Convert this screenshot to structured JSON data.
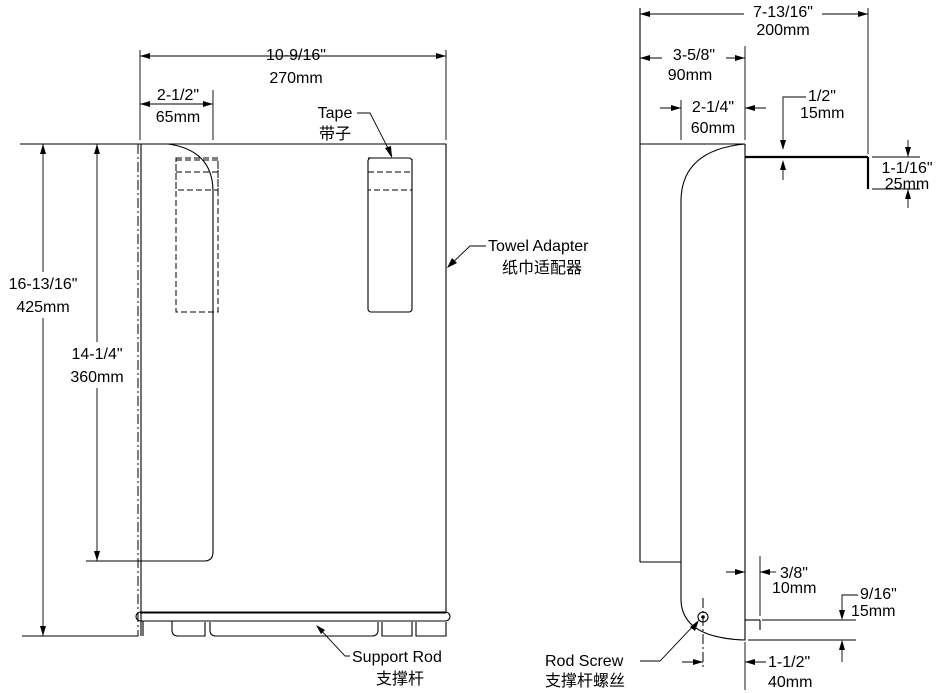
{
  "front_view": {
    "width_in": "10-9/16\"",
    "width_mm": "270mm",
    "offset_in": "2-1/2\"",
    "offset_mm": "65mm",
    "tape_en": "Tape",
    "tape_cn": "带子",
    "adapter_en": "Towel Adapter",
    "adapter_cn": "纸巾适配器",
    "height_in": "16-13/16\"",
    "height_mm": "425mm",
    "inner_height_in": "14-1/4\"",
    "inner_height_mm": "360mm",
    "rod_en": "Support Rod",
    "rod_cn": "支撑杆"
  },
  "side_view": {
    "overall_in": "7-13/16\"",
    "overall_mm": "200mm",
    "depth_in": "3-5/8\"",
    "depth_mm": "90mm",
    "inner_in": "2-1/4\"",
    "inner_mm": "60mm",
    "flange_in": "1/2\"",
    "flange_mm": "15mm",
    "lip_in": "1-1/16\"",
    "lip_mm": "25mm",
    "gap_in": "3/8\"",
    "gap_mm": "10mm",
    "bottom_in": "9/16\"",
    "bottom_mm": "15mm",
    "screw_en": "Rod Screw",
    "screw_cn": "支撑杆螺丝",
    "screw_in": "1-1/2\"",
    "screw_mm": "40mm"
  }
}
